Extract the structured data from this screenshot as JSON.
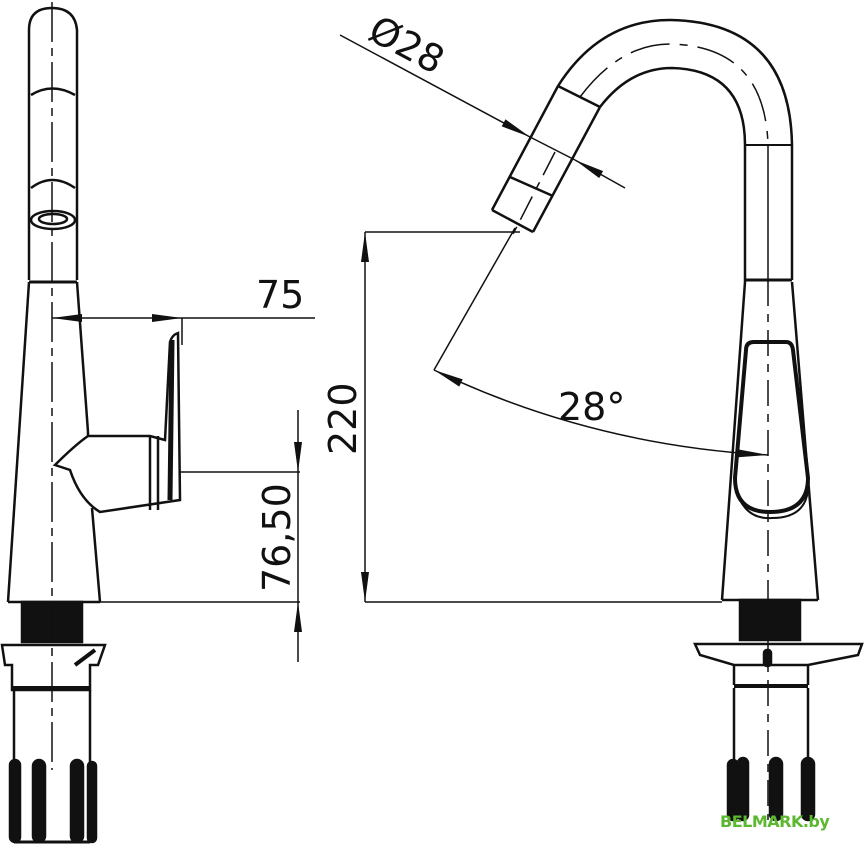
{
  "drawing": {
    "subject": "kitchen faucet technical drawing",
    "views": [
      "side view",
      "front view"
    ]
  },
  "dimensions": {
    "spout_diameter": "Ø28",
    "handle_reach": "75",
    "handle_height": "76,50",
    "spout_height": "220",
    "swing_angle": "28°"
  },
  "watermark": {
    "text": "BELMARK.by",
    "color": "#5bb830"
  },
  "colors": {
    "line": "#111111",
    "background": "#ffffff"
  }
}
